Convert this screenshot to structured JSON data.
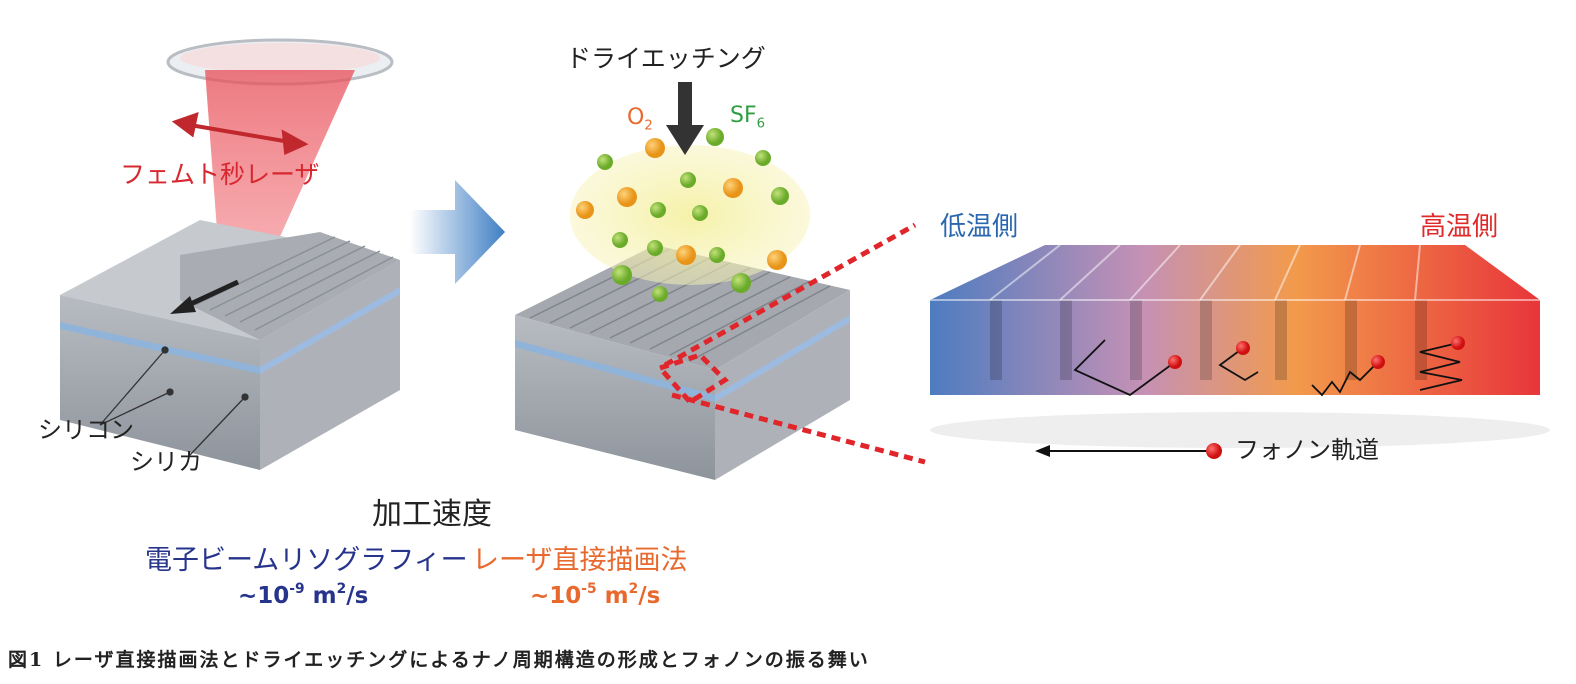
{
  "labels": {
    "femtosecond_laser": "フェムト秒レーザ",
    "silicon": "シリコン",
    "silica": "シリカ",
    "dry_etching": "ドライエッチング",
    "o2": {
      "base": "O",
      "sub": "2"
    },
    "sf6": {
      "base": "SF",
      "sub": "6"
    },
    "low_temp_side": "低温側",
    "high_temp_side": "高温側",
    "phonon_trajectory": "フォノン軌道"
  },
  "speed": {
    "title": "加工速度",
    "ebl": {
      "name": "電子ビームリソグラフィー",
      "prefix": "~10",
      "exp": "-9",
      "unit": " m",
      "unit_exp": "2",
      "suffix": "/s"
    },
    "ldw": {
      "name": "レーザ直接描画法",
      "prefix": "~10",
      "exp": "-5",
      "unit": " m",
      "unit_exp": "2",
      "suffix": "/s"
    }
  },
  "caption": "図1 レーザ直接描画法とドライエッチングによるナノ周期構造の形成とフォノンの振る舞い",
  "colors": {
    "laser": "#d7282f",
    "o2": "#e8692e",
    "sf6": "#2f9e41",
    "cold": "#2a67b0",
    "hot": "#e02a2a",
    "ebl": "#27348b"
  }
}
